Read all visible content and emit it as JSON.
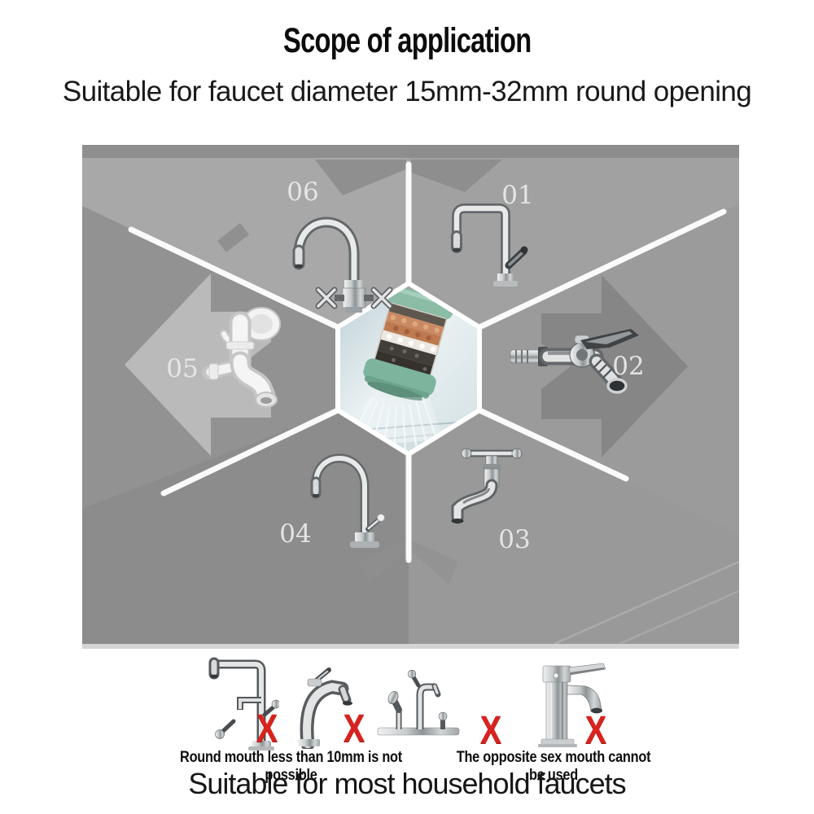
{
  "title": "Scope of application",
  "subtitle": "Suitable for faucet diameter 15mm-32mm round opening",
  "diagram": {
    "positions": [
      {
        "label": "01",
        "faucet": "high-arc kitchen mixer faucet"
      },
      {
        "label": "02",
        "faucet": "chrome bibcock wall tap"
      },
      {
        "label": "03",
        "faucet": "classic cross-handle tap"
      },
      {
        "label": "04",
        "faucet": "gooseneck bar faucet"
      },
      {
        "label": "05",
        "faucet": "white plastic bibcock tap"
      },
      {
        "label": "06",
        "faucet": "dual cross-handle gooseneck mixer"
      }
    ],
    "center_product": "faucet water purifier filter"
  },
  "restrictions": {
    "mark": "X",
    "captions": [
      "Round mouth less than 10mm is not possible",
      "The opposite sex mouth cannot be used"
    ],
    "items": [
      {
        "faucet": "three-way L-shaped kitchen faucet"
      },
      {
        "faucet": "single-lever basin mixer"
      },
      {
        "faucet": "deck-mount faucet with pull-out sprayer"
      },
      {
        "faucet": "square single-lever basin faucet"
      }
    ]
  },
  "footer": "Suitable for most household faucets",
  "colors": {
    "x_mark": "#d8231e",
    "panel_bg": "#8e8e8e",
    "filter_green": "#85b7a2",
    "handle_yellow": "#e9c53a"
  }
}
